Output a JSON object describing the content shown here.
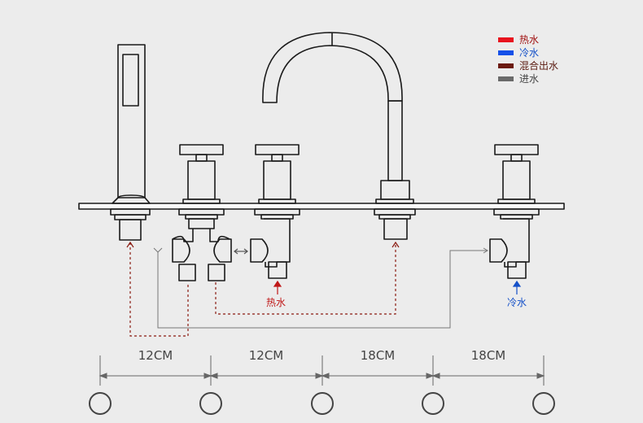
{
  "legend": [
    {
      "label": "热水",
      "color": "#e8141e",
      "text_color": "#a01010"
    },
    {
      "label": "冷水",
      "color": "#1450e8",
      "text_color": "#1450c8"
    },
    {
      "label": "混合出水",
      "color": "#6b1a10",
      "text_color": "#5a1a10"
    },
    {
      "label": "进水",
      "color": "#6a6a6a",
      "text_color": "#444444"
    }
  ],
  "labels": {
    "hot_water": "热水",
    "cold_water": "冷水"
  },
  "dimensions": [
    "12CM",
    "12CM",
    "18CM",
    "18CM"
  ],
  "colors": {
    "outline": "#1a1a1a",
    "hot": "#c01818",
    "cold": "#1450c8",
    "mixed": "#8a1a10",
    "inlet": "#777777",
    "dimension": "#666666"
  }
}
